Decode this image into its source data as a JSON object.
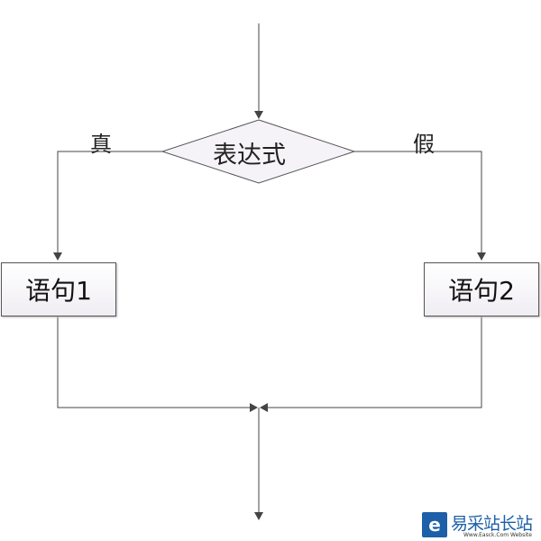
{
  "diagram": {
    "condition": "表达式",
    "true_label": "真",
    "false_label": "假",
    "statement1": "语句1",
    "statement2": "语句2"
  },
  "watermark": {
    "logo": "e",
    "title": "易采站长站",
    "subtitle": "Www.Easck.Com Website"
  }
}
